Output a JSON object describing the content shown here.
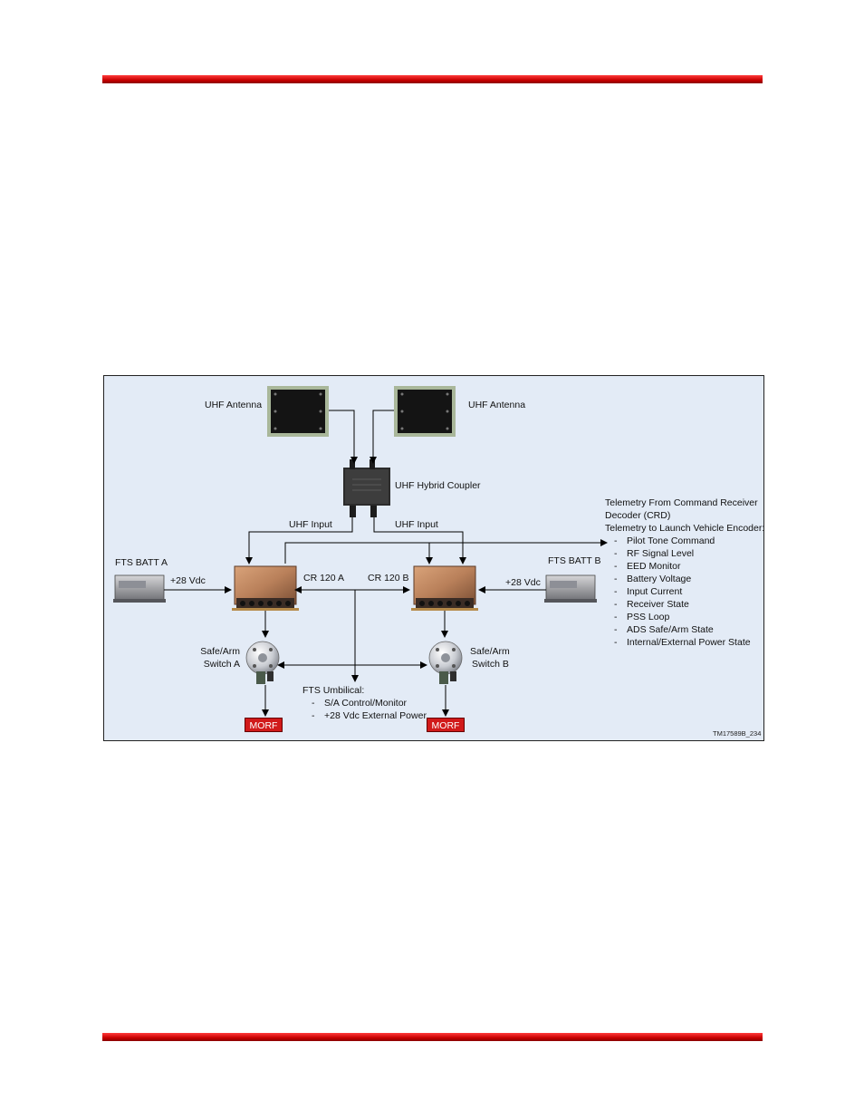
{
  "colors": {
    "rule": "#d10000",
    "panel": "#e3ebf6",
    "morf": "#d11a1a"
  },
  "figure": {
    "antenna_left_label": "UHF Antenna",
    "antenna_right_label": "UHF Antenna",
    "coupler_label": "UHF Hybrid Coupler",
    "uhf_input_left": "UHF Input",
    "uhf_input_right": "UHF Input",
    "batt_a_label": "FTS BATT A",
    "batt_b_label": "FTS BATT B",
    "vdc_a": "+28 Vdc",
    "vdc_b": "+28 Vdc",
    "cr_a_label": "CR 120 A",
    "cr_b_label": "CR 120 B",
    "sa_a_line1": "Safe/Arm",
    "sa_a_line2": "Switch A",
    "sa_b_line1": "Safe/Arm",
    "sa_b_line2": "Switch B",
    "morf_a": "MORF",
    "morf_b": "MORF",
    "umbilical": {
      "title": "FTS Umbilical:",
      "items": [
        "S/A Control/Monitor",
        "+28 Vdc External Power"
      ]
    },
    "telemetry": {
      "line1": "Telemetry From Command Receiver",
      "line2": "Decoder (CRD)",
      "line3": "Telemetry to Launch Vehicle Encoder:",
      "items": [
        "Pilot Tone Command",
        "RF Signal Level",
        "EED Monitor",
        "Battery Voltage",
        "Input Current",
        "Receiver State",
        "PSS Loop",
        "ADS Safe/Arm State",
        "Internal/External Power State"
      ]
    },
    "drawing_id": "TM17589B_234"
  }
}
